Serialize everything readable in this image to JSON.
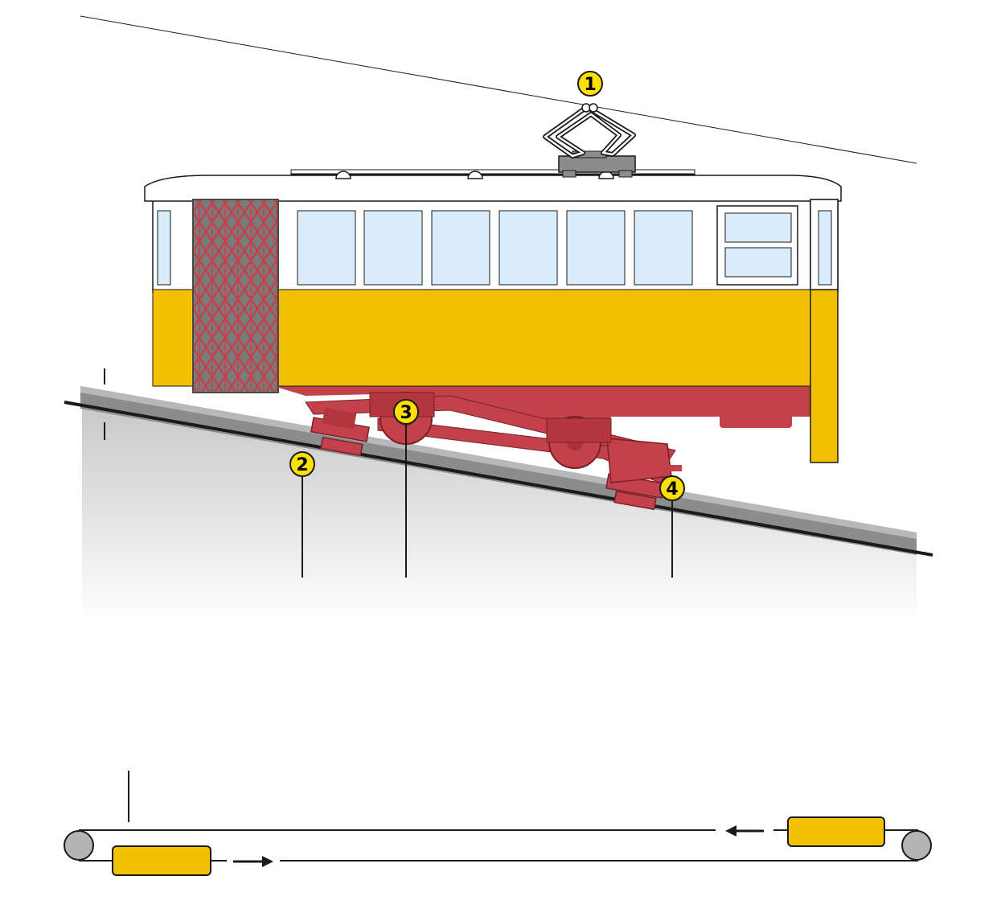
{
  "colors": {
    "car_yellow": "#f2c000",
    "car_red": "#c2414b",
    "window_blue": "#d8ecfa",
    "roof_white": "#ffffff",
    "gate_gray": "#6f6f6f",
    "rail_gray": "#8c8c8c",
    "callout_yellow": "#ffe000",
    "line_black": "#1a1a1a"
  },
  "callouts": [
    {
      "id": "pantograph",
      "label": "1"
    },
    {
      "id": "rail-grip",
      "label": "2"
    },
    {
      "id": "bogie",
      "label": "3"
    },
    {
      "id": "cable-clamp",
      "label": "4"
    }
  ],
  "icons": {
    "arrow_left": "arrow-left-icon",
    "arrow_right": "arrow-right-icon",
    "pulley": "pulley-icon"
  }
}
